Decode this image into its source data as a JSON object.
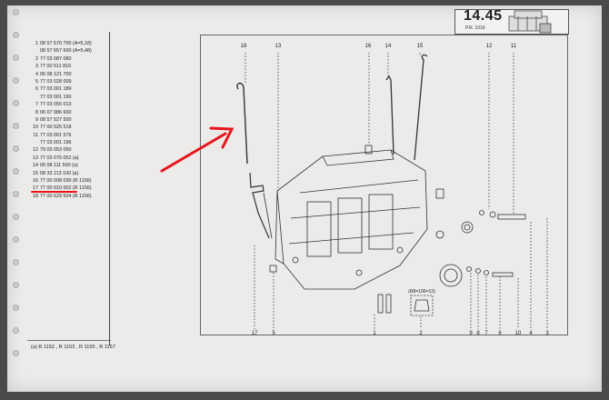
{
  "page": {
    "code": "14.45",
    "sub_code": "P.R. 1016"
  },
  "parts_list": [
    {
      "pos": "1",
      "ref": "08 57 570 700",
      "note": "(A=5,18)"
    },
    {
      "pos": "",
      "ref": "08 57 657 600",
      "note": "(A=5,48)"
    },
    {
      "pos": "2",
      "ref": "77 03 087 080",
      "note": ""
    },
    {
      "pos": "3",
      "ref": "77 00 511 816",
      "note": ""
    },
    {
      "pos": "4",
      "ref": "06 08 121 700",
      "note": ""
    },
    {
      "pos": "5",
      "ref": "77 03 028 009",
      "note": ""
    },
    {
      "pos": "6",
      "ref": "77 03 001 189",
      "note": ""
    },
    {
      "pos": "",
      "ref": "77 03 001 190",
      "note": ""
    },
    {
      "pos": "7",
      "ref": "77 03 055 013",
      "note": ""
    },
    {
      "pos": "8",
      "ref": "06 07 986 600",
      "note": ""
    },
    {
      "pos": "9",
      "ref": "08 57 527 500",
      "note": ""
    },
    {
      "pos": "10",
      "ref": "77 00 525 518",
      "note": ""
    },
    {
      "pos": "11",
      "ref": "77 03 001 576",
      "note": ""
    },
    {
      "pos": "",
      "ref": "77 03 001 196",
      "note": ""
    },
    {
      "pos": "12",
      "ref": "79 03 053 050",
      "note": ""
    },
    {
      "pos": "13",
      "ref": "77 03 075 052",
      "note": "(a)"
    },
    {
      "pos": "14",
      "ref": "06 08 111 500",
      "note": "(a)"
    },
    {
      "pos": "15",
      "ref": "08 33 113 100",
      "note": "(a)"
    },
    {
      "pos": "16",
      "ref": "77 00 508 030",
      "note": "(R 1156)"
    },
    {
      "pos": "17",
      "ref": "77 00 610 002",
      "note": "(R 1156)"
    },
    {
      "pos": "18",
      "ref": "77 00 629 504",
      "note": "(R 1156)"
    }
  ],
  "footnote": "(a) R 1152 , R 1153 , R 1155 , R 1157",
  "diagram": {
    "callouts_top": [
      "18",
      "13",
      "16",
      "14",
      "15",
      "12",
      "11"
    ],
    "callouts_bottom": [
      "17",
      "5",
      "1",
      "2",
      "9",
      "8",
      "7",
      "6",
      "10",
      "4",
      "3"
    ],
    "inset_label": "(R8=196=13)"
  },
  "annotation": {
    "arrow_color": "#e8131b",
    "underline_color": "#e8131b"
  }
}
